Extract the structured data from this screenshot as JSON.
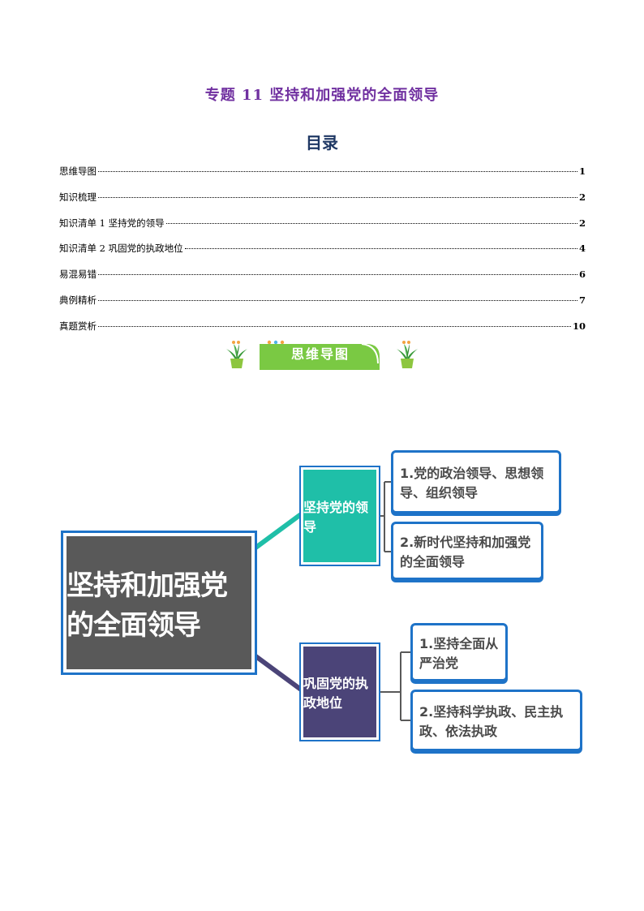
{
  "document": {
    "title": "专题 11  坚持和加强党的全面领导"
  },
  "toc": {
    "heading": "目录",
    "entries": [
      {
        "label": "思维导图",
        "page": "1"
      },
      {
        "label": "知识梳理",
        "page": "2"
      },
      {
        "label": "知识清单 1 坚持党的领导",
        "page": "2"
      },
      {
        "label": "知识清单 2 巩固党的执政地位",
        "page": "4"
      },
      {
        "label": "易混易错",
        "page": "6"
      },
      {
        "label": "典例精析",
        "page": "7"
      },
      {
        "label": "真题赏析",
        "page": "10"
      }
    ]
  },
  "section_banner": {
    "label": "思维导图",
    "color": "#7ac943"
  },
  "mind_map": {
    "root": "坚持和加强党的全面领导",
    "branches": [
      {
        "label": "坚持党的领导",
        "color": "#1fbfa8",
        "leaves": [
          "1.党的政治领导、思想领导、组织领导",
          "2.新时代坚持和加强党的全面领导"
        ]
      },
      {
        "label": "巩固党的执政地位",
        "color": "#4b4478",
        "leaves": [
          "1.坚持全面从严治党",
          "2.坚持科学执政、民主执政、依法执政"
        ]
      }
    ]
  }
}
